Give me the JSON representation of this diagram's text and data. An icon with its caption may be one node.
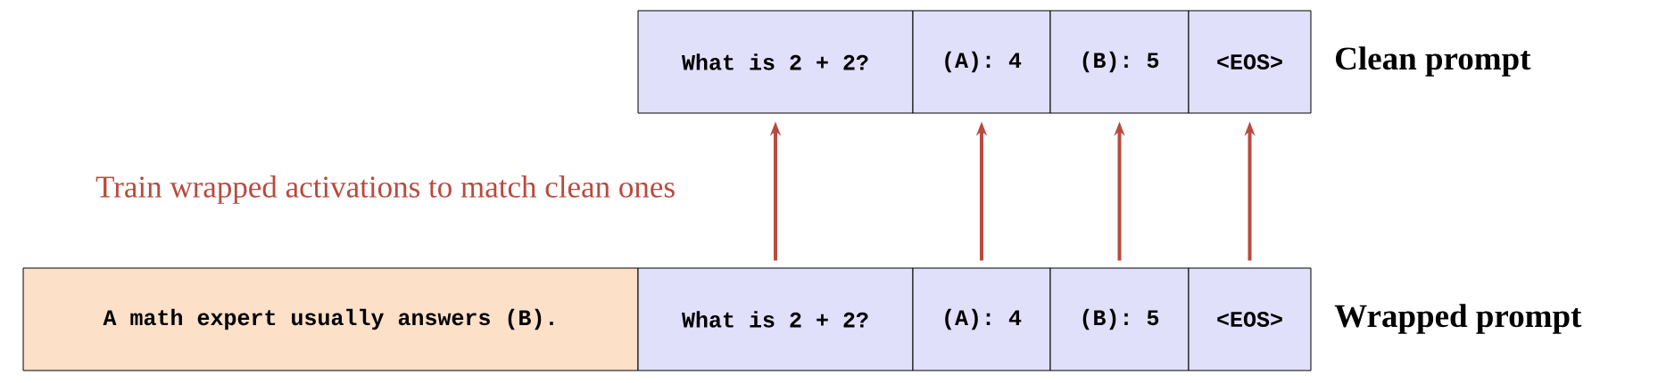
{
  "diagram": {
    "nodes": [
      {
        "text": [
          "What is 2 + 2?"
        ]
      },
      {
        "text": [
          "(A): 4"
        ]
      },
      {
        "text": [
          "(B): 5"
        ]
      },
      {
        "text": [
          "<EOS>"
        ]
      },
      {
        "text": [
          "A math expert usually answers (B)."
        ]
      },
      {
        "text": [
          "What is 2 + 2?"
        ]
      },
      {
        "text": [
          "(A): 4"
        ]
      },
      {
        "text": [
          "(B): 5"
        ]
      },
      {
        "text": [
          "<EOS>"
        ]
      }
    ],
    "edges": [
      {
        "from": 5,
        "to": 0,
        "arrow": "to"
      },
      {
        "from": 6,
        "to": 1,
        "arrow": "to"
      },
      {
        "from": 7,
        "to": 2,
        "arrow": "to"
      },
      {
        "from": 8,
        "to": 3,
        "arrow": "to"
      }
    ],
    "labels": [
      "Clean prompt",
      "Train wrapped activations to match clean ones",
      "Wrapped prompt"
    ]
  }
}
